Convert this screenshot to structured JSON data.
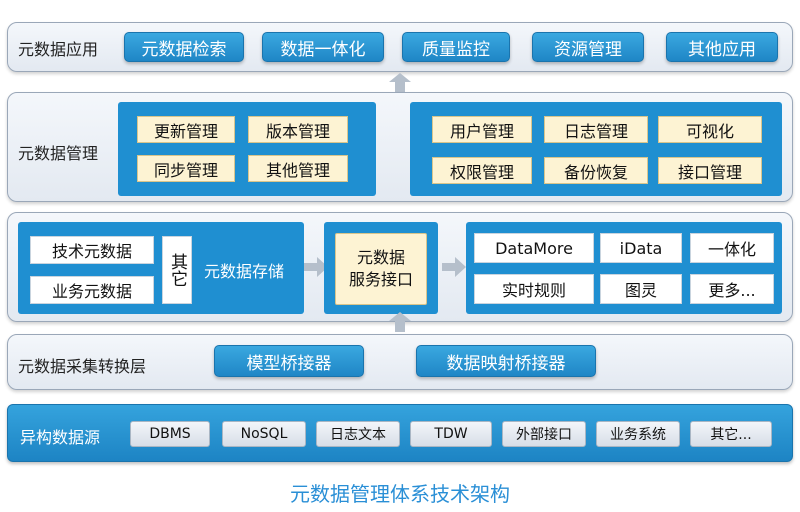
{
  "application_layer": {
    "label": "元数据应用",
    "items": [
      "元数据检索",
      "数据一体化",
      "质量监控",
      "资源管理",
      "其他应用"
    ]
  },
  "management_layer": {
    "label": "元数据管理",
    "left_items": [
      "更新管理",
      "版本管理",
      "同步管理",
      "其他管理"
    ],
    "right_items": [
      "用户管理",
      "日志管理",
      "可视化",
      "权限管理",
      "备份恢复",
      "接口管理"
    ]
  },
  "storage_layer": {
    "meta_items": [
      "技术元数据",
      "业务元数据"
    ],
    "other": "其它",
    "storage_label": "元数据存储",
    "service_label": "元数据服务接口",
    "service_line1": "元数据",
    "service_line2": "服务接口",
    "targets": [
      "DataMore",
      "iData",
      "一体化",
      "实时规则",
      "图灵",
      "更多..."
    ]
  },
  "collection_layer": {
    "label": "元数据采集转换层",
    "items": [
      "模型桥接器",
      "数据映射桥接器"
    ]
  },
  "source_layer": {
    "label": "异构数据源",
    "items": [
      "DBMS",
      "NoSQL",
      "日志文本",
      "TDW",
      "外部接口",
      "业务系统",
      "其它..."
    ]
  },
  "caption": "元数据管理体系技术架构",
  "colors": {
    "button_blue": "#2a97d6",
    "panel_blue": "#1f8fd1",
    "chip_yellow": "#fdf3d3",
    "source_bar": "#2a97d6"
  }
}
